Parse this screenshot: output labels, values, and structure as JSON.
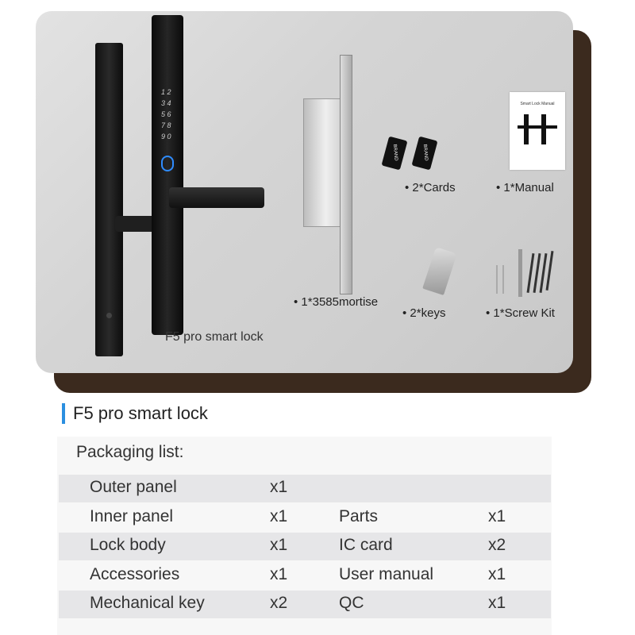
{
  "product_image": {
    "main_label": "F5 pro smart lock",
    "keypad_digits": [
      "1",
      "2",
      "3",
      "4",
      "5",
      "6",
      "7",
      "8",
      "9",
      "0"
    ],
    "items": [
      {
        "label": "• 1*3585mortise"
      },
      {
        "label": "• 2*Cards"
      },
      {
        "label": "• 1*Manual"
      },
      {
        "label": "• 2*keys"
      },
      {
        "label": "• 1*Screw Kit"
      }
    ],
    "manual_title": "Smart Lock Manual",
    "card_brand": "BRAND"
  },
  "section": {
    "title": "F5 pro smart lock",
    "accent_color": "#2b8fe0"
  },
  "packaging": {
    "heading": "Packaging list:",
    "rows": [
      {
        "item1": "Outer panel",
        "qty1": "x1",
        "item2": "",
        "qty2": ""
      },
      {
        "item1": "Inner panel",
        "qty1": "x1",
        "item2": "Parts",
        "qty2": "x1"
      },
      {
        "item1": "Lock body",
        "qty1": "x1",
        "item2": "IC card",
        "qty2": "x2"
      },
      {
        "item1": "Accessories",
        "qty1": "x1",
        "item2": "User manual",
        "qty2": "x1"
      },
      {
        "item1": "Mechanical key",
        "qty1": "x2",
        "item2": "QC",
        "qty2": "x1"
      }
    ]
  }
}
